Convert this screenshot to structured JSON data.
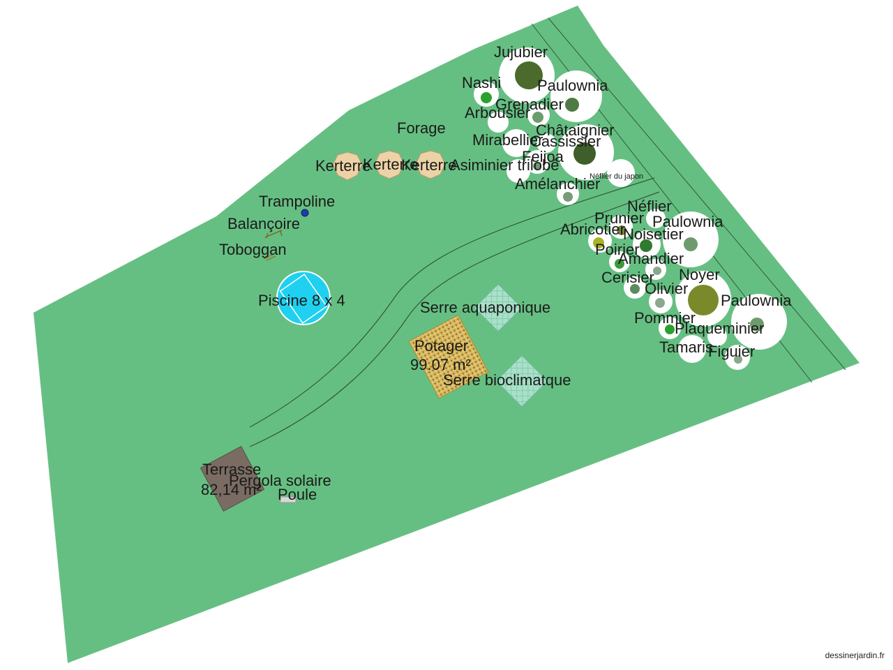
{
  "colors": {
    "lawn": "#66bf82",
    "path_line": "#2f5a3a",
    "pool": "#1fd0f0",
    "greenhouse": "#9fdcc0",
    "potager": "#d8b860",
    "terrace": "#7a6c62",
    "kerterre": "#ecd2a6",
    "tree_canopy": "#ffffff"
  },
  "labels": {
    "jujubier": "Jujubier",
    "nashi": "Nashi",
    "paulownia_1": "Paulownia",
    "grenadier": "Grenadier",
    "arbousier": "Arbousier",
    "chataignier": "Châtaignier",
    "forage": "Forage",
    "mirabellier": "Mirabellier",
    "cassissier": "Cassissier",
    "feijoa": "Feijoa",
    "kerterre_1": "Kerterre",
    "kerterre_2": "Kerterre",
    "kerterre_3": "Kerterre",
    "asiminier": "Asiminier trilobé",
    "neflier_japon": "Néflier du japon",
    "amelanchier": "Amélanchier",
    "trampoline": "Trampoline",
    "balancoire": "Balançoire",
    "toboggan": "Toboggan",
    "neflier": "Néflier",
    "prunier": "Prunier",
    "paulownia_2": "Paulownia",
    "abricotier": "Abricotier",
    "noisetier": "Noisetier",
    "poirier": "Poirier",
    "amandier": "Amandier",
    "noyer": "Noyer",
    "cerisier": "Cerisier",
    "olivier": "Olivier",
    "paulownia_3": "Paulownia",
    "piscine": "Piscine 8 x 4",
    "serre_aquaponique": "Serre aquaponique",
    "pommier": "Pommier",
    "plaqueminier": "Plaqueminier",
    "potager": "Potager",
    "potager_area": "99.07 m²",
    "tamaris": "Tamaris",
    "figuier": "Figuier",
    "serre_bioclimatique": "Serre bioclimatque",
    "terrasse": "Terrasse",
    "terrasse_area": "82,14 m²",
    "pergola": "Pergola solaire",
    "poule": "Poule"
  },
  "credit": "dessinerjardin.fr"
}
